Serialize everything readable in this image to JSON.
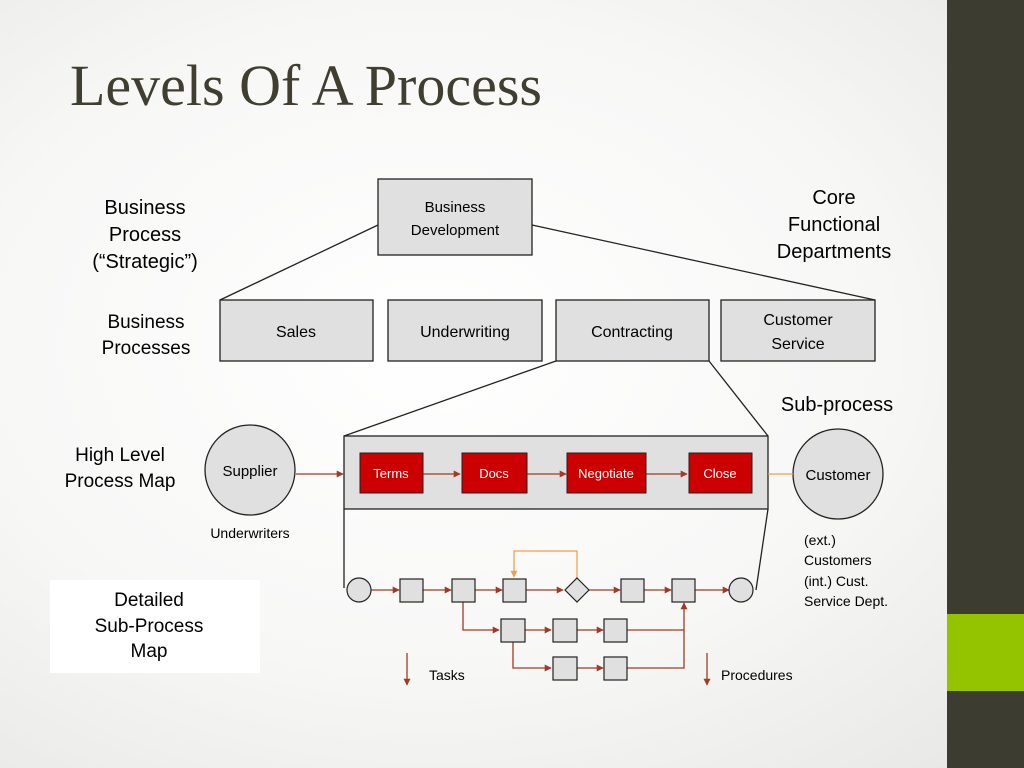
{
  "slide": {
    "title": "Levels Of A Process"
  },
  "labels": {
    "business_process": [
      "Business",
      "Process",
      "(“Strategic”)"
    ],
    "core_functional": [
      "Core",
      "Functional",
      "Departments"
    ],
    "business_processes": [
      "Business",
      "Processes"
    ],
    "sub_process": "Sub-process",
    "high_level_map": [
      "High Level",
      "Process Map"
    ],
    "detailed_map": [
      "Detailed",
      "Sub-Process",
      "Map"
    ],
    "underwriters": "Underwriters",
    "customer_types": [
      "(ext.)",
      "Customers",
      "(int.) Cust.",
      "Service Dept."
    ]
  },
  "diagram": {
    "top_box": [
      "Business",
      "Development"
    ],
    "departments": [
      "Sales",
      "Underwriting",
      "Contracting"
    ],
    "customer_service": [
      "Customer",
      "Service"
    ],
    "supplier": "Supplier",
    "customer": "Customer",
    "steps": [
      "Terms",
      "Docs",
      "Negotiate",
      "Close"
    ],
    "legend": {
      "tasks": "Tasks",
      "procedures": "Procedures"
    }
  },
  "colors": {
    "step_fill": "#cc0000",
    "arrow": "#a23b25",
    "feedback": "#f0a050",
    "box_fill": "#e0e0e0",
    "sidebar": "#3d3c30",
    "accent": "#94c400"
  }
}
